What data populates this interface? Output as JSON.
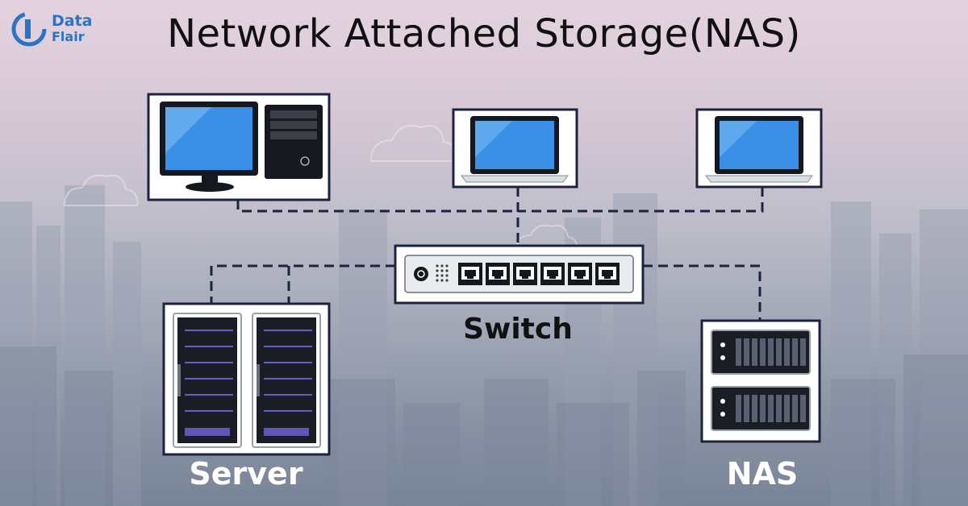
{
  "title": "Network Attached Storage(NAS)",
  "brand": {
    "line1": "Data",
    "line2": "Flair",
    "color": "#2a74c4"
  },
  "labels": {
    "switch": "Switch",
    "server": "Server",
    "nas": "NAS"
  },
  "colors": {
    "frame_border": "#1c2340",
    "link_dashed": "#1c2340",
    "screen_blue": "#3a8fe6",
    "server_led": "#6a5cc8"
  },
  "nodes": [
    {
      "id": "desktop",
      "kind": "desktop-computer"
    },
    {
      "id": "laptop-1",
      "kind": "laptop"
    },
    {
      "id": "laptop-2",
      "kind": "laptop"
    },
    {
      "id": "switch",
      "kind": "network-switch",
      "port_count": 6
    },
    {
      "id": "servers",
      "kind": "rack-server",
      "unit_count": 2
    },
    {
      "id": "nas",
      "kind": "nas-storage",
      "unit_count": 2
    }
  ],
  "links": [
    {
      "from": "desktop",
      "to": "switch",
      "style": "dashed"
    },
    {
      "from": "laptop-1",
      "to": "switch",
      "style": "dashed"
    },
    {
      "from": "laptop-2",
      "to": "switch",
      "style": "dashed"
    },
    {
      "from": "switch",
      "to": "servers",
      "style": "dashed"
    },
    {
      "from": "switch",
      "to": "nas",
      "style": "dashed"
    }
  ]
}
